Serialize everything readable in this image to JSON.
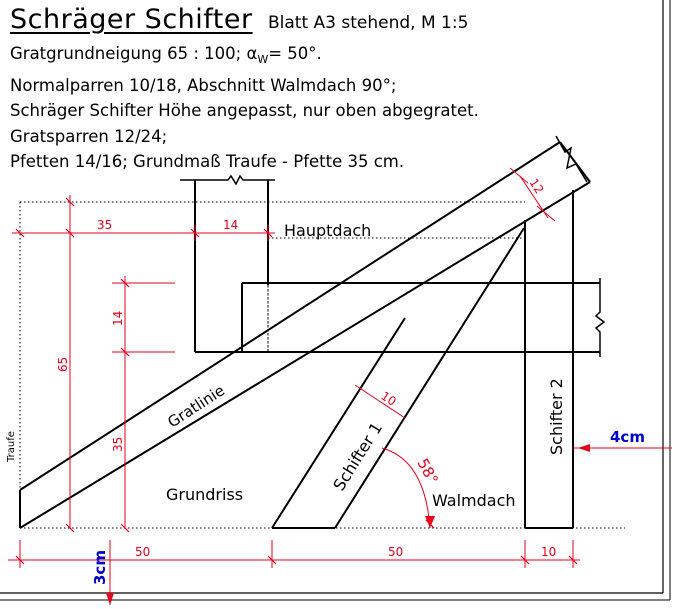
{
  "header": {
    "title": "Schräger Schifter",
    "sheet": "Blatt A3 stehend,   M 1:5"
  },
  "notes": {
    "line1_a": "Gratgrundneigung 65 : 100; ",
    "line1_alpha": "α",
    "line1_sub": "W",
    "line1_b": "= 50°.",
    "line2": "Normalparren 10/18, Abschnitt Walmdach 90°;",
    "line3": "Schräger Schifter Höhe angepasst, nur oben abgegratet.",
    "line4": "Gratsparren 12/24;",
    "line5": "Pfetten 14/16; Grundmaß Traufe - Pfette 35 cm."
  },
  "labels": {
    "hauptdach": "Hauptdach",
    "gratlinie": "Gratlinie",
    "grundriss": "Grundriss",
    "schifter1": "Schifter 1",
    "schifter2": "Schifter 2",
    "walmdach": "Walmdach",
    "traufe": "Traufe",
    "angle": "58°"
  },
  "dimensions": {
    "d35_top": "35",
    "d14_top": "14",
    "d12": "12",
    "d14_side": "14",
    "d65": "65",
    "d35_side": "35",
    "d10_schifter": "10",
    "d50_left": "50",
    "d50_right": "50",
    "d10_bottom": "10",
    "d4cm": "4cm",
    "d3cm": "3cm"
  },
  "colors": {
    "line": "#000000",
    "dimension": "#e8001c",
    "margin": "#0000cc"
  }
}
